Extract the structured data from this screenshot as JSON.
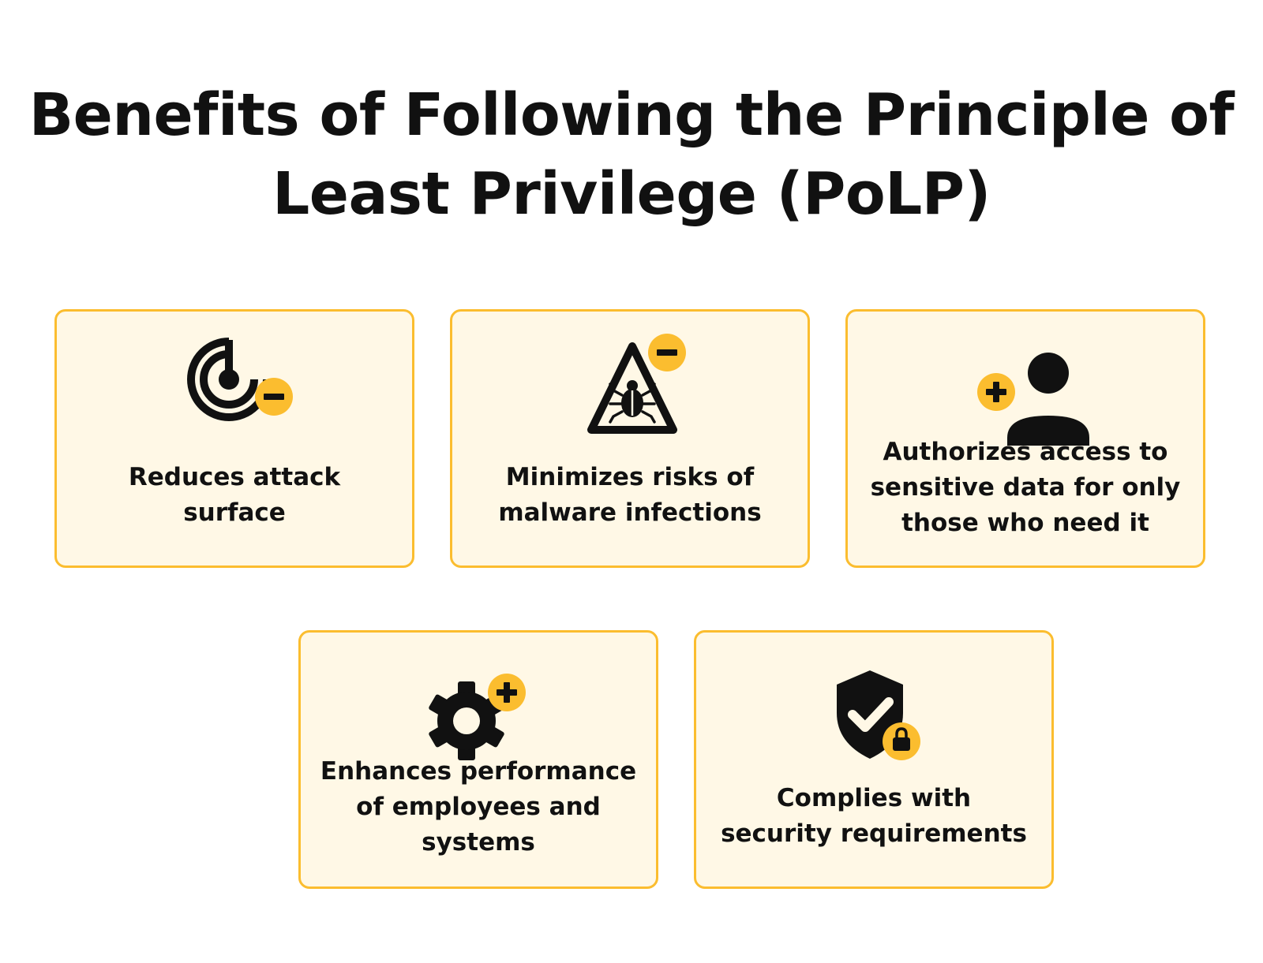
{
  "title_line1": "Benefits of Following the Principle of",
  "title_line2": "Least Privilege (PoLP)",
  "colors": {
    "card_background": "#fff8e6",
    "card_border": "#fbbd2f",
    "badge": "#fbbd2f",
    "icon": "#111111"
  },
  "benefits": [
    {
      "icon": "radar-minus-icon",
      "lines": [
        "Reduces attack",
        "surface"
      ]
    },
    {
      "icon": "malware-warning-minus-icon",
      "lines": [
        "Minimizes risks of",
        "malware infections"
      ]
    },
    {
      "icon": "user-plus-icon",
      "lines": [
        "Authorizes access to",
        "sensitive data for only",
        "those who need it"
      ]
    },
    {
      "icon": "gear-plus-icon",
      "lines": [
        "Enhances performance",
        "of employees and",
        "systems"
      ]
    },
    {
      "icon": "shield-check-lock-icon",
      "lines": [
        "Complies with",
        "security requirements"
      ]
    }
  ]
}
